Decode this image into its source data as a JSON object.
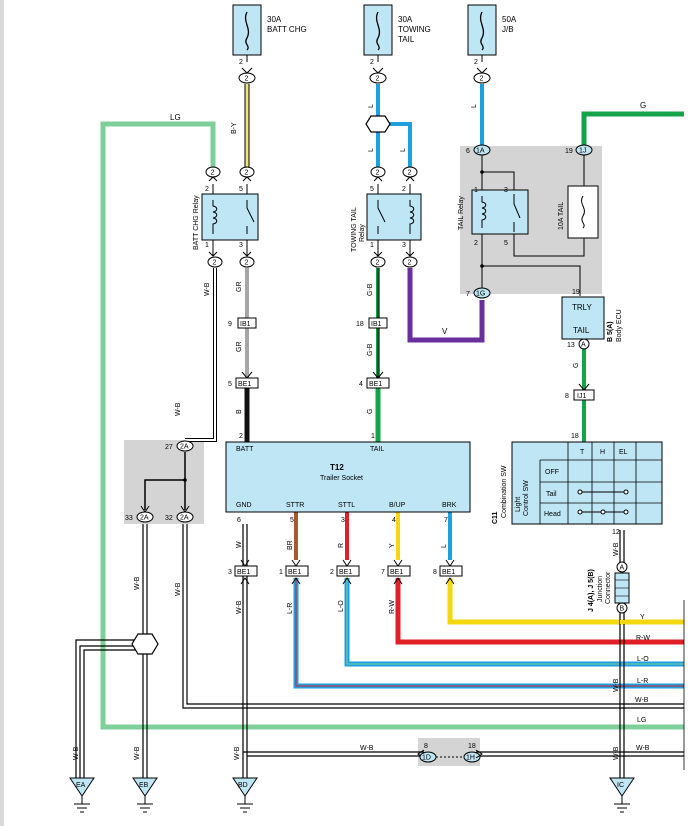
{
  "colors": {
    "L": "#1e9fe0",
    "LG": "#7fcf9a",
    "G": "#14a24a",
    "B-Y": "#f4e27a",
    "GR": "#a6a6a6",
    "B": "#111111",
    "V": "#6a2f9c",
    "W": "#ffffff",
    "BR": "#a35a2e",
    "R": "#e01f26",
    "Y": "#f3d80f",
    "component": "#bfe6f5",
    "shade": "#d4d4d4"
  },
  "fuses": [
    {
      "rating": "30A",
      "name": "BATT CHG",
      "pin": "2"
    },
    {
      "rating": "30A",
      "name": "TOWING",
      "name2": "TAIL",
      "pin": "2"
    },
    {
      "rating": "50A",
      "name": "J/B",
      "pin": "2"
    }
  ],
  "wire_labels": {
    "by": "B-Y",
    "lg": "LG",
    "l1": "L",
    "l2": "L",
    "l3": "L",
    "l4": "L",
    "l5": "L",
    "l6": "L",
    "g_top": "G",
    "gr1": "GR",
    "gr2": "GR",
    "b": "B",
    "gb1": "G-B",
    "gb2": "G-B",
    "g_tail": "G",
    "wb1": "W-B",
    "wb2": "W-B",
    "v": "V",
    "g_ecu": "G",
    "g_ecu2": "G",
    "wb_ea": "W-B",
    "wb_eb": "W-B",
    "wb_bd": "W-B",
    "wb_ic": "W-B",
    "wb_2a": "W-B",
    "w": "W",
    "br": "BR",
    "r": "R",
    "y": "Y",
    "l_brk": "L",
    "lr": "L-R",
    "lo": "L-O",
    "rw": "R-W",
    "wb_c11": "W-B",
    "wb_jc": "W-B",
    "wb_bottom": "W-B"
  },
  "relays": [
    {
      "name": "BATT CHG Relay",
      "pins": [
        "2",
        "5",
        "1",
        "3"
      ]
    },
    {
      "name": "TOWING TAIL",
      "name2": "Relay",
      "pins": [
        "5",
        "2",
        "1",
        "3"
      ]
    },
    {
      "name": "TAIL Relay",
      "pins": [
        "1",
        "3",
        "2",
        "5"
      ]
    }
  ],
  "connectors": {
    "c_2a_top": "2",
    "c_2b_top": "2",
    "c_2c_top": "2",
    "bc_l": "2",
    "bc_r": "2",
    "tt_l": "2",
    "tt_r": "2",
    "bc_bl": "2",
    "bc_br": "2",
    "tt_bl": "2",
    "tt_br": "2",
    "ib1_a": "IB1",
    "ib1_b": "IB1",
    "be1_a": "BE1",
    "be1_b": "BE1",
    "be1_c": "BE1",
    "be1_d": "BE1",
    "be1_e": "BE1",
    "be1_f": "BE1",
    "be1_g": "BE1",
    "c_2a_27": "2A",
    "c_2a_33": "2A",
    "c_2a_32": "2A",
    "c_1a": "1A",
    "c_1j": "1J",
    "c_1g": "1G",
    "c_ij1": "IJ1",
    "c_a_ecu": "A",
    "c_a_jc": "A",
    "c_b_jc": "B",
    "c_1d": "1D",
    "c_1h": "1H"
  },
  "pin_numbers": {
    "p9": "9",
    "p18": "18",
    "p5": "5",
    "p4": "4",
    "p2": "2",
    "p1": "1",
    "p27": "27",
    "p33": "33",
    "p32": "32",
    "p6a": "6",
    "p19a": "19",
    "p7": "7",
    "p19b": "19",
    "p13": "13",
    "p8": "8",
    "p18b": "18",
    "p12": "12",
    "t6": "6",
    "t5": "5",
    "t3": "3",
    "t4": "4",
    "t7": "7",
    "b3": "3",
    "b1": "1",
    "b2": "2",
    "b7": "7",
    "b8": "8",
    "d8": "8",
    "d18": "18"
  },
  "tail_fuse": "10A TAIL",
  "trailer_socket": {
    "code": "T12",
    "name": "Trailer Socket",
    "batt": "BATT",
    "tail": "TAIL",
    "pins": [
      "GND",
      "STTR",
      "STTL",
      "B/UP",
      "BRK"
    ]
  },
  "body_ecu": {
    "box_line1": "TRLY",
    "box_line2": "TAIL",
    "code": "B 5(A)",
    "name": "Body ECU"
  },
  "combination_sw": {
    "code": "C11",
    "name": "Combination SW",
    "sub": "Light",
    "sub2": "Control SW",
    "cols": [
      "T",
      "H",
      "EL"
    ],
    "rows": [
      "OFF",
      "Tail",
      "Head"
    ]
  },
  "junction_connector": {
    "code": "J 4(A), J 5(B)",
    "name": "Junction",
    "name2": "Connector"
  },
  "grounds": [
    "EA",
    "EB",
    "BD",
    "IC"
  ]
}
